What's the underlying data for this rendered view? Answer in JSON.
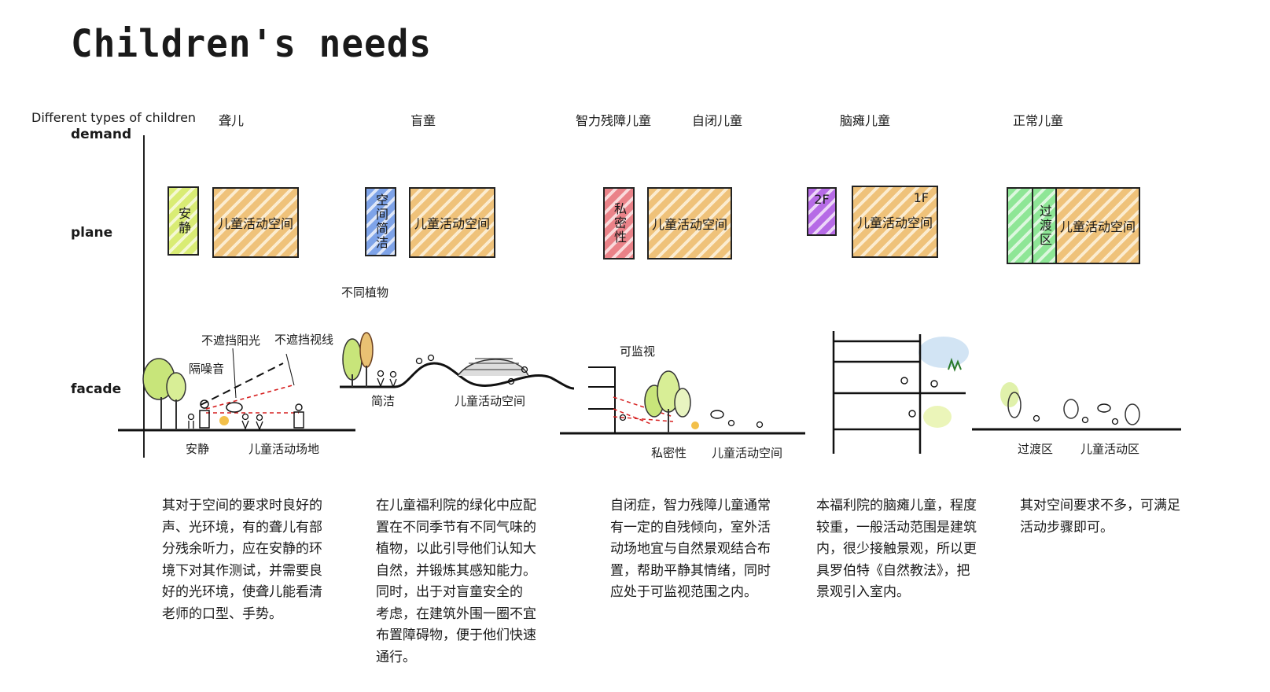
{
  "title": "Children's needs",
  "header": {
    "label": "Different types of children",
    "types": [
      "聋儿",
      "盲童",
      "智力残障儿童",
      "自闭儿童",
      "脑瘫儿童",
      "正常儿童"
    ]
  },
  "rows": {
    "demand": "demand",
    "plane": "plane",
    "facade": "facade"
  },
  "plane": {
    "deaf": {
      "small": "安静",
      "main": "儿童活动空间"
    },
    "blind": {
      "small": "空间简洁",
      "main": "儿童活动空间"
    },
    "autism": {
      "small": "私密性",
      "main": "儿童活动空间"
    },
    "cp": {
      "small": "2F",
      "main": "儿童活动空间",
      "floor": "1F"
    },
    "normal": {
      "small": "过渡区",
      "main": "儿童活动空间"
    }
  },
  "facade": {
    "deaf": {
      "noise": "隔噪音",
      "sun": "不遮挡阳光",
      "sight": "不遮挡视线",
      "quiet": "安静",
      "ground": "儿童活动场地"
    },
    "blind": {
      "plants": "不同植物",
      "simple": "简洁",
      "space": "儿童活动空间"
    },
    "autism": {
      "monitor": "可监视",
      "privacy": "私密性",
      "space": "儿童活动空间"
    },
    "normal": {
      "transition": "过渡区",
      "area": "儿童活动区"
    }
  },
  "descriptions": {
    "deaf": [
      "其对于空间的要求时良好的",
      "声、光环境，有的聋儿有部",
      "分残余听力，应在安静的环",
      "境下对其作测试，并需要良",
      "好的光环境，使聋儿能看清",
      "老师的口型、手势。"
    ],
    "blind": [
      "在儿童福利院的绿化中应配",
      "置在不同季节有不同气味的",
      "植物，以此引导他们认知大",
      "自然，并锻炼其感知能力。",
      "同时，出于对盲童安全的",
      "考虑，在建筑外围一圈不宜",
      "布置障碍物，便于他们快速",
      "通行。"
    ],
    "autism": [
      "自闭症，智力残障儿童通常",
      "有一定的自残倾向，室外活",
      "动场地宜与自然景观结合布",
      "置，帮助平静其情绪，同时",
      "应处于可监视范围之内。"
    ],
    "cp": [
      "本福利院的脑瘫儿童，程度",
      "较重，一般活动范围是建筑",
      "内，很少接触景观，所以更",
      "具罗伯特《自然教法》，把",
      "景观引入室内。"
    ],
    "normal": [
      "其对空间要求不多，可满足",
      "活动步骤即可。"
    ]
  },
  "colors": {
    "yellow": "#d9ec74",
    "orange": "#efc27a",
    "blue": "#7ea3e8",
    "red": "#ea8288",
    "purple": "#b66be6",
    "green": "#8ee696"
  }
}
